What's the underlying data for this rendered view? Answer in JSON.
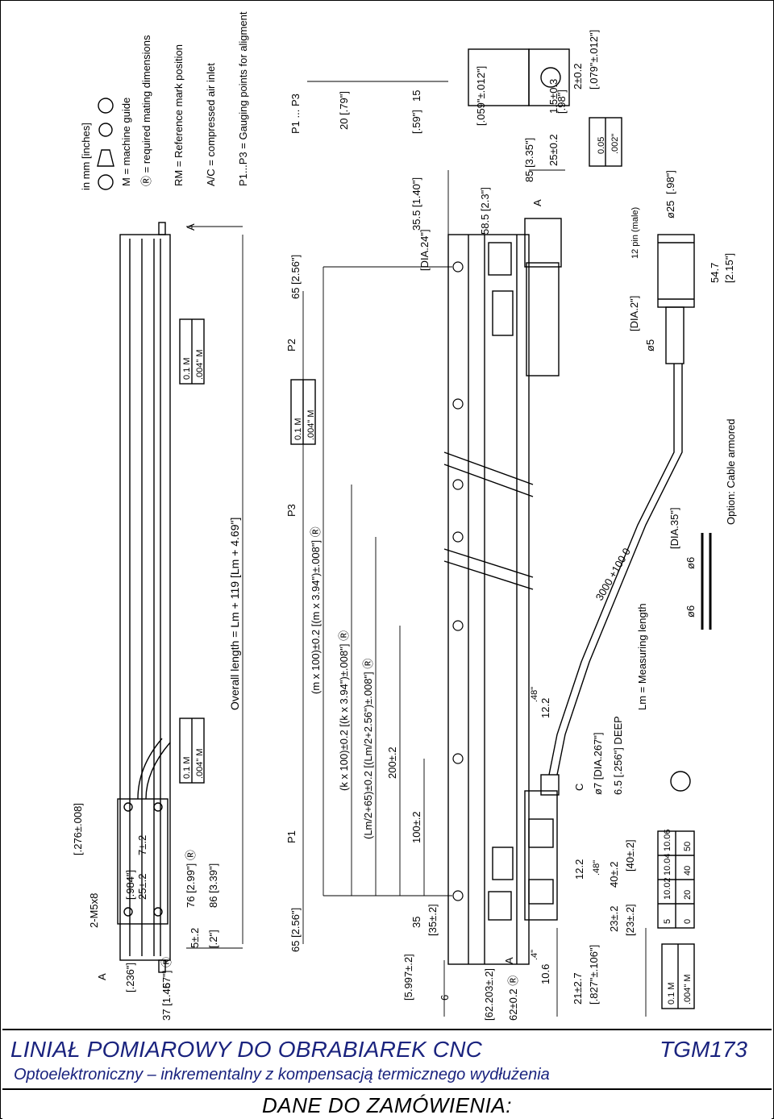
{
  "footer": {
    "title": "LINIAŁ POMIAROWY DO OBRABIAREK CNC",
    "model": "TGM173",
    "subtitle": "Optoelektroniczny – inkrementalny z kompensacją termicznego wydłużenia",
    "order_data": "DANE DO ZAMÓWIENIA:"
  },
  "drawing": {
    "legend": {
      "units": "in mm [inches]",
      "m": "M = machine guide",
      "r": "Ⓡ = required mating dimensions",
      "rm": "RM = Reference mark position",
      "ac": "A/C = compressed air inlet",
      "p": "P1...P3 = Gauging points for aligment"
    },
    "labels": {
      "overall": "Overall length = Lm + 119 [Lm + 4.69\"]",
      "m100": "(m x 100)±0.2 [(m x 3.94\")±.008\"] Ⓡ",
      "k100": "(k x 100)±0.2 [(k x 3.94\")±.008\"] Ⓡ",
      "lm2": "(Lm/2+65)±0.2 [(Lm/2+2.56\")±.008\"] Ⓡ",
      "d200": "200±.2",
      "d100": "100±.2",
      "d35": "35",
      "d35b": "[35±.2]",
      "d65a": "65 [2.56\"]",
      "d65b": "65 [2.56\"]",
      "p1": "P1",
      "p2": "P2",
      "p3": "P3",
      "p1p3": "P1 ... P3",
      "tol1": "0.1 M",
      "tol2": ".004\" M",
      "measuring": "Lm = Measuring length",
      "cable_len": "3000 +100 0",
      "cable_opt": "Option: Cable armored",
      "pin12": "12 pin (male)",
      "d25": "ø25",
      "d98": "[.98\"]",
      "d547": "54.7",
      "d215": "[2.15\"]",
      "d5": "ø5",
      "dia2": "[DIA.2\"]",
      "d6": "ø6",
      "dia35": "[DIA.35\"]",
      "d6b": "ø6",
      "dia24": "[DIA.24\"]",
      "d7": "ø7 [DIA.267\"]",
      "d65deep": "6.5 [.256\"] DEEP",
      "d355": "35.5 [1.40\"]",
      "d585": "58.5 [2.3\"]",
      "d85": "85 [3.35\"]",
      "d20": "20 [.79\"]",
      "d15": "15",
      "d59": "[.59\"]",
      "d25b": "25±0.2",
      "d98b": "[.98\"]",
      "d15b": "1.5±0.3",
      "d059": "[.059\"±.012\"]",
      "d2": "2±0.2",
      "d079": "[.079\"±.012\"]",
      "d005": "0.05",
      "d002": ".002\"",
      "d76": "76 [2.99\"] Ⓡ",
      "d86": "86 [3.39\"]",
      "d25c": "25±.2",
      "d984": "[.984\"]",
      "d7b": "7±.2",
      "d276": "[.276±.008]",
      "m5": "2-M5x8",
      "d5b": "5±.2",
      "d2b": "[.2\"]",
      "d6c": "6",
      "d236": "[.236\"]",
      "d37": "37 [1.457\"] Ⓡ",
      "d5997": "[5.997±.2]",
      "d6d": "6",
      "d62203": "[62.203±.2]",
      "d62": "62±0.2 Ⓡ",
      "d106": "10.6",
      "d4": ".4\"",
      "d21": "21±2.7",
      "d827": "[.827\"±.106\"]",
      "d23": "23±.2",
      "d23b": "[23±.2]",
      "d40": "40±.2",
      "d40b": "[40±.2]",
      "d122": "12.2",
      "d48": ".48\"",
      "d12": "12.2",
      "d48b": ".48\"",
      "a": "A",
      "c": "C",
      "table_x": [
        "0",
        "20",
        "40",
        "50"
      ],
      "table_y": [
        "5",
        "10.02",
        "10.04",
        "10.06"
      ]
    }
  }
}
